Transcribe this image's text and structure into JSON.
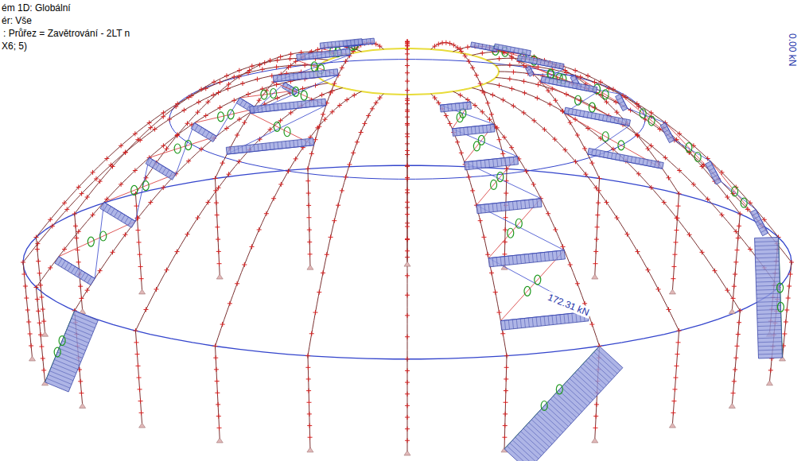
{
  "diagram": {
    "labels": [
      "ém 1D: Globální",
      "ér: Vše",
      ": Průřez = Zavětrování - 2LT n",
      "X6; 5)",
      "0.00 kN",
      "172.31 kN"
    ]
  }
}
